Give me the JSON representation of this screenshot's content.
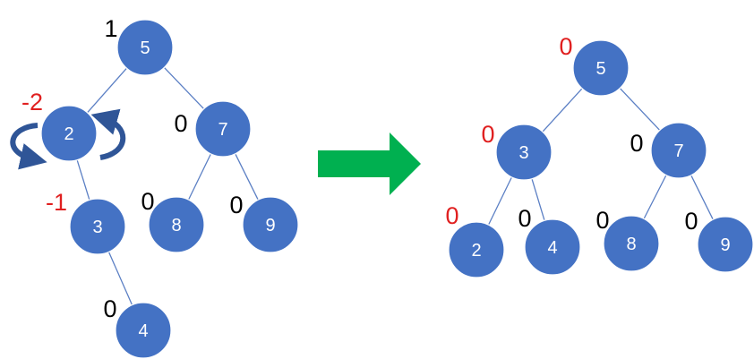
{
  "colors": {
    "node_fill": "#4472C4",
    "node_text": "#FFFFFF",
    "edge": "#5B7FC4",
    "balance_normal": "#000000",
    "balance_highlight": "#E02020",
    "arrow_fill": "#00B050",
    "rotation_arrow": "#2F5597"
  },
  "icons": {
    "rotation": "rotation-arrows-icon",
    "transform": "right-arrow-icon"
  },
  "before": {
    "nodes": [
      {
        "id": "b5",
        "label": "5",
        "bf": "1",
        "highlight": false
      },
      {
        "id": "b2",
        "label": "2",
        "bf": "-2",
        "highlight": true
      },
      {
        "id": "b7",
        "label": "7",
        "bf": "0",
        "highlight": false
      },
      {
        "id": "b3",
        "label": "3",
        "bf": "-1",
        "highlight": true
      },
      {
        "id": "b8",
        "label": "8",
        "bf": "0",
        "highlight": false
      },
      {
        "id": "b9",
        "label": "9",
        "bf": "0",
        "highlight": false
      },
      {
        "id": "b4",
        "label": "4",
        "bf": "0",
        "highlight": false
      }
    ],
    "edges": [
      [
        "b5",
        "b2"
      ],
      [
        "b5",
        "b7"
      ],
      [
        "b2",
        "b3"
      ],
      [
        "b7",
        "b8"
      ],
      [
        "b7",
        "b9"
      ],
      [
        "b3",
        "b4"
      ]
    ]
  },
  "after": {
    "nodes": [
      {
        "id": "a5",
        "label": "5",
        "bf": "0",
        "highlight": true
      },
      {
        "id": "a3",
        "label": "3",
        "bf": "0",
        "highlight": true
      },
      {
        "id": "a7",
        "label": "7",
        "bf": "0",
        "highlight": false
      },
      {
        "id": "a2",
        "label": "2",
        "bf": "0",
        "highlight": true
      },
      {
        "id": "a4",
        "label": "4",
        "bf": "0",
        "highlight": false
      },
      {
        "id": "a8",
        "label": "8",
        "bf": "0",
        "highlight": false
      },
      {
        "id": "a9",
        "label": "9",
        "bf": "0",
        "highlight": false
      }
    ],
    "edges": [
      [
        "a5",
        "a3"
      ],
      [
        "a5",
        "a7"
      ],
      [
        "a3",
        "a2"
      ],
      [
        "a3",
        "a4"
      ],
      [
        "a7",
        "a8"
      ],
      [
        "a7",
        "a9"
      ]
    ]
  }
}
